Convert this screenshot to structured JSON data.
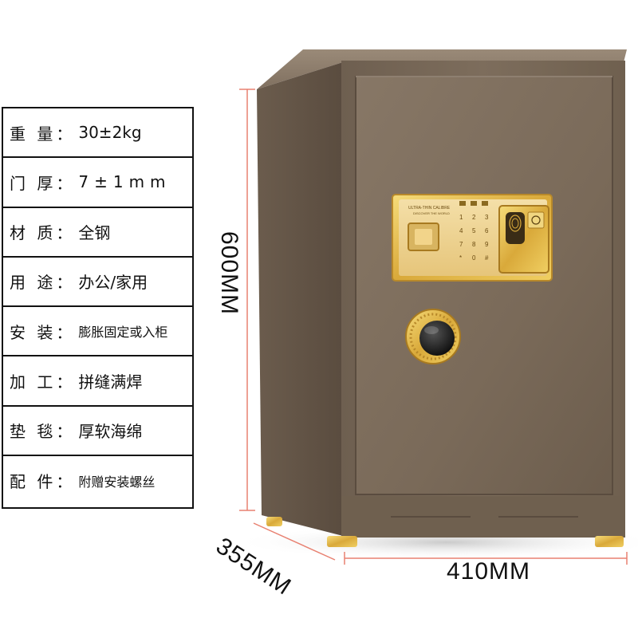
{
  "specs": [
    {
      "label": "重 量：",
      "value": "30±2kg",
      "style": ""
    },
    {
      "label": "门 厚：",
      "value": "7±1mm",
      "style": "spaced"
    },
    {
      "label": "材 质：",
      "value": " 全钢",
      "style": ""
    },
    {
      "label": "用 途：",
      "value": "办公/家用",
      "style": ""
    },
    {
      "label": "安 装：",
      "value": "膨胀固定或入柜",
      "style": "small"
    },
    {
      "label": "加 工：",
      "value": " 拼缝满焊",
      "style": ""
    },
    {
      "label": "垫 毯：",
      "value": " 厚软海绵",
      "style": ""
    },
    {
      "label": "配 件：",
      "value": "附赠安装螺丝",
      "style": "small"
    }
  ],
  "dimensions": {
    "height": "600MM",
    "width": "410MM",
    "depth": "355MM"
  },
  "panel": {
    "brand_line1": "ULTRA-THIN CALIBRE",
    "brand_line2": "DISCOVER THE WORLD",
    "keys": [
      "1",
      "2",
      "3",
      "4",
      "5",
      "6",
      "7",
      "8",
      "9",
      "*",
      "0",
      "#"
    ]
  },
  "colors": {
    "body": "#7a6a5a",
    "gold": "#e8c04a",
    "shadow": "#cfcfcf"
  }
}
